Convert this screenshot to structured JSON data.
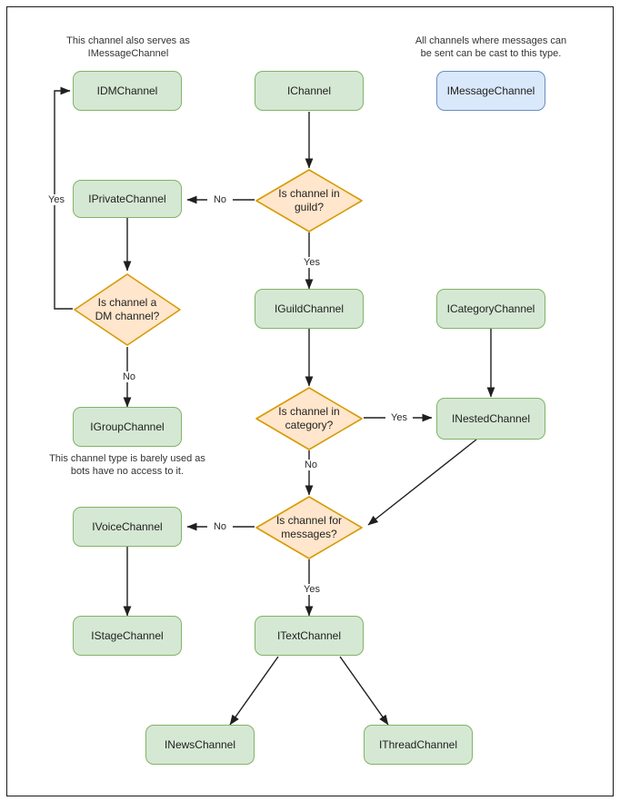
{
  "diagram": {
    "title_note_left": "This channel also serves as\nIMessageChannel",
    "title_note_right": "All channels where messages can\nbe sent can be cast to this type.",
    "note_group": "This channel type is barely used as\nbots have no access to it.",
    "colors": {
      "green_fill": "#d5e8d4",
      "green_stroke": "#82b366",
      "blue_fill": "#dae8fc",
      "blue_stroke": "#6c8ebf",
      "decision_fill": "#ffe6cc",
      "decision_stroke": "#d79b00",
      "edge_stroke": "#1f1f1f",
      "page_border": "#1a1a1a",
      "text": "#1f1f1f"
    },
    "nodes": {
      "idm_channel": "IDMChannel",
      "ichannel": "IChannel",
      "imessage_channel": "IMessageChannel",
      "iprivate_channel": "IPrivateChannel",
      "iguild_channel": "IGuildChannel",
      "icategory_channel": "ICategoryChannel",
      "igroup_channel": "IGroupChannel",
      "inested_channel": "INestedChannel",
      "ivoice_channel": "IVoiceChannel",
      "istage_channel": "IStageChannel",
      "itext_channel": "ITextChannel",
      "inews_channel": "INewsChannel",
      "ithread_channel": "IThreadChannel"
    },
    "decisions": {
      "in_guild": "Is channel in\nguild?",
      "is_dm": "Is channel a\nDM channel?",
      "in_category": "Is channel in\ncategory?",
      "for_messages": "Is channel for\nmessages?"
    },
    "edge_labels": {
      "guild_no": "No",
      "guild_yes": "Yes",
      "dm_yes": "Yes",
      "dm_no": "No",
      "category_yes": "Yes",
      "category_no": "No",
      "messages_no": "No",
      "messages_yes": "Yes"
    }
  }
}
